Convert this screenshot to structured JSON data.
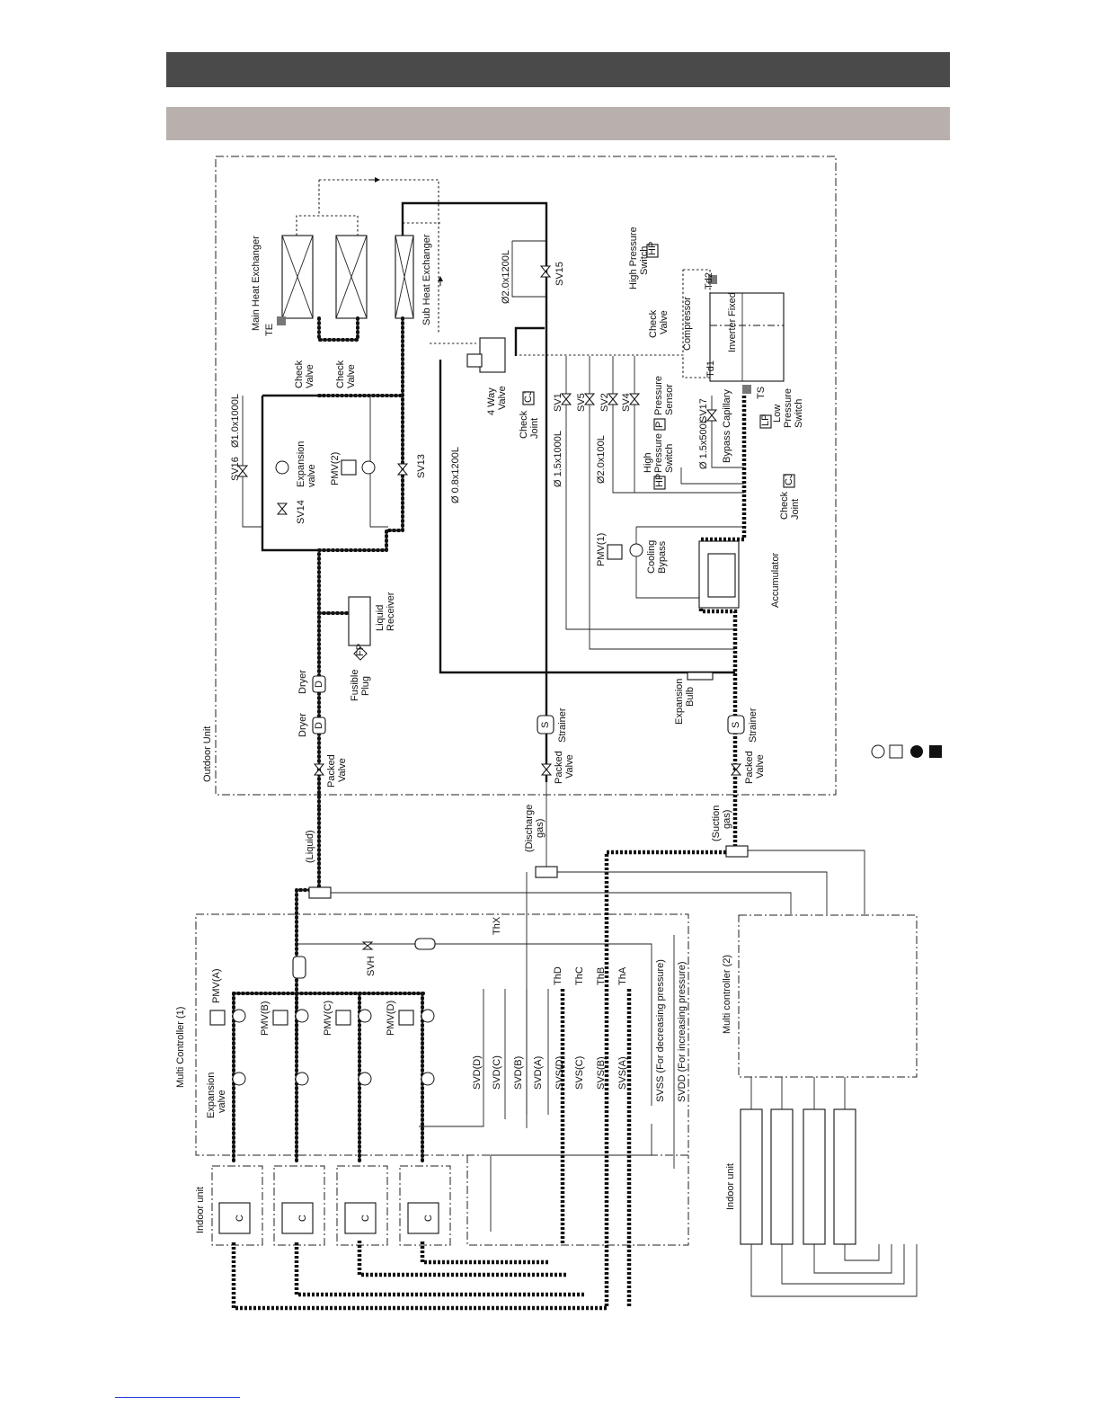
{
  "labels": {
    "main_hex": "Main Heat Exchanger",
    "sub_hex": "Sub Heat Exchanger",
    "te": "TE",
    "check_valve": "Check",
    "check_valve2": "Valve",
    "sv16": "SV16",
    "sv14": "SV14",
    "sv13": "SV13",
    "sv15": "SV15",
    "sv1": "SV1",
    "sv5": "SV5",
    "sv2": "SV2",
    "sv4": "SV4",
    "sv17": "SV17",
    "cap_10x1000": "Ø1.0x1000L",
    "cap_20x1200": "Ø2.0x1200L",
    "cap_08x1200": "Ø 0.8x1200L",
    "cap_15x1000": "Ø 1.5x1000L",
    "cap_20x100": "Ø2.0x100L",
    "cap_15x500": "Ø 1.5x500L",
    "expansion_valve": "Expansion",
    "expansion_valve2": "valve",
    "pmv2": "PMV(2)",
    "pmv1": "PMV(1)",
    "cooling_bypass": "Cooling",
    "cooling_bypass2": "Bypass",
    "four_way": "4 Way",
    "four_way2": "Valve",
    "check_joint": "Check",
    "check_joint2": "Joint",
    "cj": "CJ",
    "high_pressure_switch": "High Pressure",
    "high_pressure_switch2": "Switch",
    "high_ps_a": "High",
    "high_ps_b": "Pressure",
    "high_ps_c": "Switch",
    "hp": "HP",
    "pressure_sensor": "Pressure",
    "pressure_sensor2": "Sensor",
    "p": "P",
    "compressor": "Compressor",
    "inverter": "Inverter",
    "fixed": "Fixed",
    "td1": "Td1",
    "td2": "Td2",
    "ts": "TS",
    "lp": "LP",
    "low_ps_a": "Low",
    "low_ps_b": "Pressure",
    "low_ps_c": "Switch",
    "bypass_capillary": "Bypass Capillary",
    "accumulator": "Accumulator",
    "liquid_receiver": "Liquid",
    "liquid_receiver2": "Receiver",
    "fusible_plug": "Fusible",
    "fusible_plug2": "Plug",
    "fp": "FP",
    "dryer": "Dryer",
    "d": "D",
    "packed_valve": "Packed",
    "packed_valve2": "Valve",
    "strainer": "Strainer",
    "s": "S",
    "expansion_bulb": "Expansion",
    "expansion_bulb2": "Bulb",
    "outdoor_unit": "Outdoor Unit",
    "liquid": "(Liquid)",
    "discharge_gas": "(Discharge",
    "discharge_gas2": "gas)",
    "suction_gas": "(Suction",
    "suction_gas2": "gas)",
    "multi_controller_1": "Multi Controller (1)",
    "multi_controller_2": "Multi controller (2)",
    "indoor_unit": "Indoor unit",
    "indoor_unit2": "Indoor unit",
    "svh": "SVH",
    "thx": "ThX",
    "pmva": "PMV(A)",
    "pmvb": "PMV(B)",
    "pmvc": "PMV(C)",
    "pmvd": "PMV(D)",
    "thd": "ThD",
    "thc": "ThC",
    "thb": "ThB",
    "tha": "ThA",
    "svdd": "SVD(D)",
    "svdc": "SVD(C)",
    "svdb": "SVD(B)",
    "svda": "SVD(A)",
    "svsd": "SVS(D)",
    "svsc": "SVS(C)",
    "svsb": "SVS(B)",
    "svsa": "SVS(A)",
    "svss": "SVSS (For decreasing pressure)",
    "svdd_inc": "SVDD (For increasing pressure)",
    "c": "C"
  }
}
